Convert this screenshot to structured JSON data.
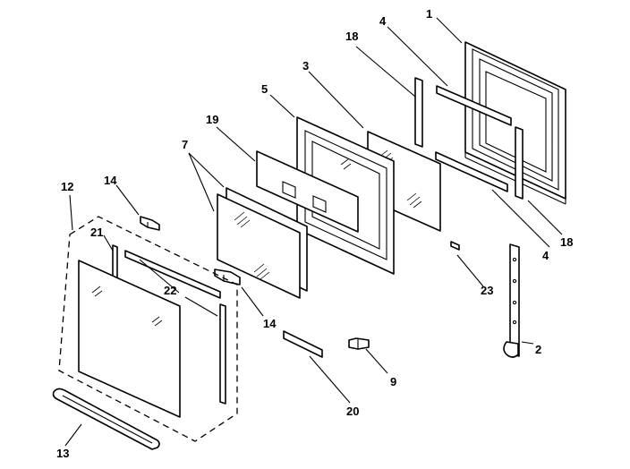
{
  "callouts": [
    {
      "id": "c1",
      "label": "1"
    },
    {
      "id": "c2",
      "label": "2"
    },
    {
      "id": "c3",
      "label": "3"
    },
    {
      "id": "c4a",
      "label": "4"
    },
    {
      "id": "c4b",
      "label": "4"
    },
    {
      "id": "c5",
      "label": "5"
    },
    {
      "id": "c7",
      "label": "7"
    },
    {
      "id": "c9",
      "label": "9"
    },
    {
      "id": "c12",
      "label": "12"
    },
    {
      "id": "c13",
      "label": "13"
    },
    {
      "id": "c14a",
      "label": "14"
    },
    {
      "id": "c14b",
      "label": "14"
    },
    {
      "id": "c18a",
      "label": "18"
    },
    {
      "id": "c18b",
      "label": "18"
    },
    {
      "id": "c19",
      "label": "19"
    },
    {
      "id": "c20",
      "label": "20"
    },
    {
      "id": "c21",
      "label": "21"
    },
    {
      "id": "c22",
      "label": "22"
    },
    {
      "id": "c23",
      "label": "23"
    }
  ]
}
